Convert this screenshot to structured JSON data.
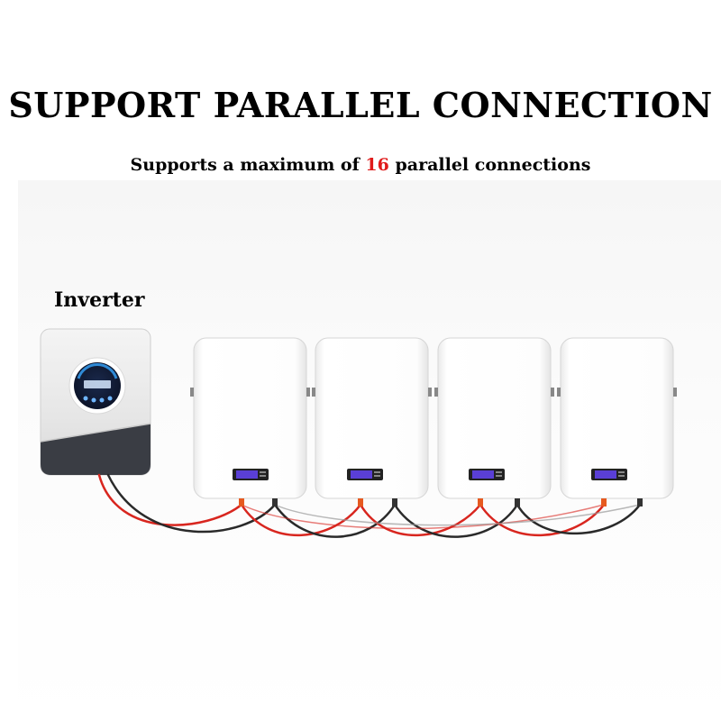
{
  "header": {
    "title": "SUPPORT PARALLEL CONNECTION",
    "subtitle_before": "Supports a maximum of ",
    "subtitle_highlight": "16",
    "subtitle_after": " parallel connections"
  },
  "diagram": {
    "inverter_label": "Inverter",
    "battery_count": 4,
    "colors": {
      "highlight": "#e01b1b",
      "positive_cable": "#d8261f",
      "negative_cable": "#2a2a2a",
      "battery_body": "#ffffff",
      "display": "#5a3fd6",
      "inverter_base": "#3a3d44"
    },
    "icons": [
      "inverter-icon",
      "battery-icon",
      "cable-icon"
    ]
  }
}
